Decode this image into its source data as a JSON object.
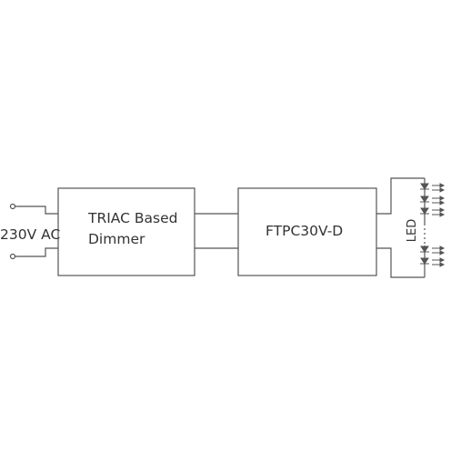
{
  "input": {
    "label": "230V AC"
  },
  "dimmer": {
    "line1": "TRIAC Based",
    "line2": "Dimmer"
  },
  "driver": {
    "label": "FTPC30V-D"
  },
  "led": {
    "label": "LED"
  },
  "colors": {
    "stroke": "#555555",
    "text": "#333333",
    "background": "#ffffff"
  }
}
